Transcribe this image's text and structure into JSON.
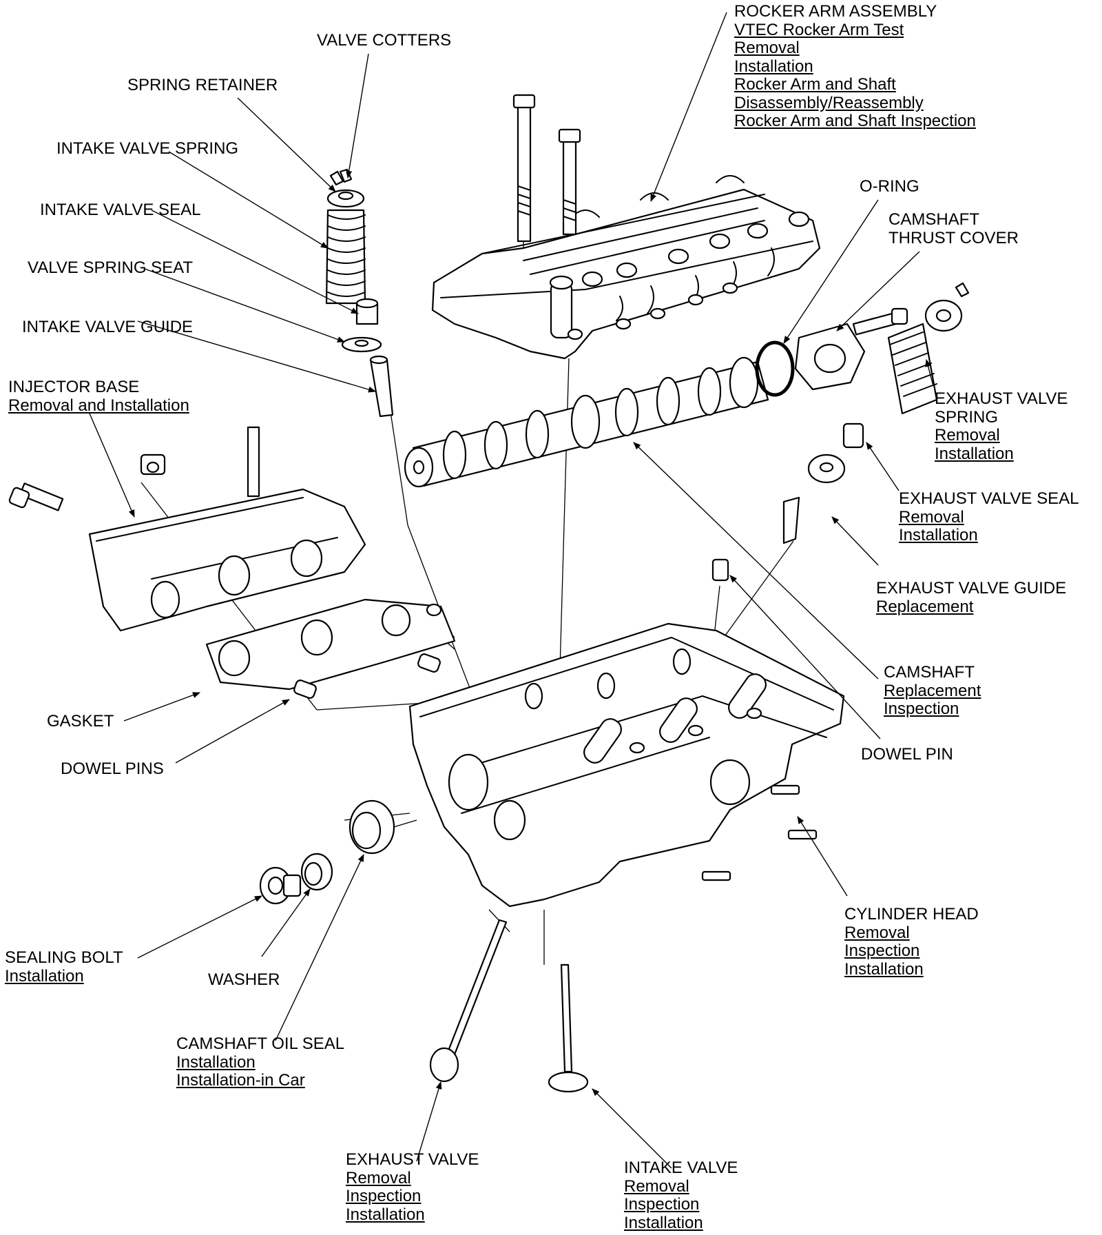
{
  "colors": {
    "ink": "#000000",
    "paper": "#ffffff"
  },
  "callouts": {
    "valve_cotters": {
      "title": "VALVE COTTERS",
      "links": []
    },
    "spring_retainer": {
      "title": "SPRING RETAINER",
      "links": []
    },
    "intake_valve_spring": {
      "title": "INTAKE VALVE SPRING",
      "links": []
    },
    "intake_valve_seal": {
      "title": "INTAKE VALVE SEAL",
      "links": []
    },
    "valve_spring_seat": {
      "title": "VALVE SPRING SEAT",
      "links": []
    },
    "intake_valve_guide": {
      "title": "INTAKE VALVE GUIDE",
      "links": []
    },
    "injector_base": {
      "title": "INJECTOR BASE",
      "links": [
        "Removal and Installation"
      ]
    },
    "gasket": {
      "title": "GASKET",
      "links": []
    },
    "dowel_pins": {
      "title": "DOWEL PINS",
      "links": []
    },
    "sealing_bolt": {
      "title": "SEALING BOLT",
      "links": [
        "Installation"
      ]
    },
    "washer": {
      "title": "WASHER",
      "links": []
    },
    "camshaft_oil_seal": {
      "title": "CAMSHAFT OIL SEAL",
      "links": [
        "Installation",
        "Installation-in Car"
      ]
    },
    "exhaust_valve": {
      "title": "EXHAUST VALVE",
      "links": [
        "Removal",
        "Inspection",
        "Installation"
      ]
    },
    "intake_valve": {
      "title": "INTAKE VALVE",
      "links": [
        "Removal",
        "Inspection",
        "Installation"
      ]
    },
    "rocker_arm_assembly": {
      "title": "ROCKER ARM ASSEMBLY",
      "links": [
        "VTEC Rocker Arm Test",
        "Removal",
        "Installation",
        "Rocker Arm and Shaft",
        "Disassembly/Reassembly",
        "Rocker Arm and Shaft Inspection"
      ]
    },
    "o_ring": {
      "title": "O-RING",
      "links": []
    },
    "camshaft_thrust_cover": {
      "title": "CAMSHAFT",
      "title2": "THRUST COVER",
      "links": []
    },
    "exhaust_valve_spring": {
      "title": "EXHAUST VALVE",
      "title2": "SPRING",
      "links": [
        "Removal",
        "Installation"
      ]
    },
    "exhaust_valve_seal": {
      "title": "EXHAUST VALVE SEAL",
      "links": [
        "Removal",
        "Installation"
      ]
    },
    "exhaust_valve_guide": {
      "title": "EXHAUST VALVE GUIDE",
      "links": [
        "Replacement"
      ]
    },
    "camshaft": {
      "title": "CAMSHAFT",
      "links": [
        "Replacement",
        "Inspection"
      ]
    },
    "dowel_pin": {
      "title": "DOWEL PIN",
      "links": []
    },
    "cylinder_head": {
      "title": "CYLINDER HEAD",
      "links": [
        "Removal",
        "Inspection",
        "Installation"
      ]
    }
  }
}
